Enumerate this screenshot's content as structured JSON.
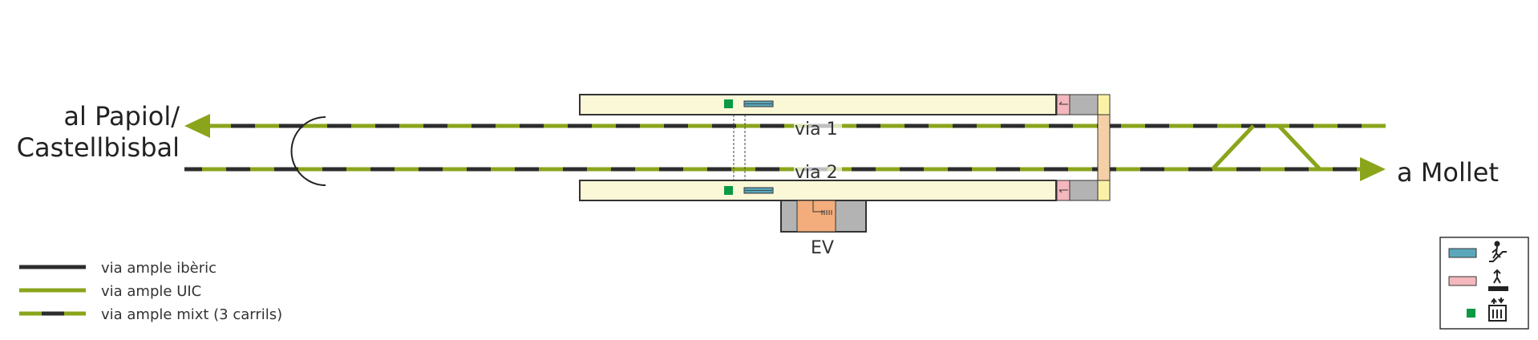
{
  "destinations": {
    "left_line1": "al Papiol/",
    "left_line2": "Castellbisbal",
    "right": "a Mollet"
  },
  "tracks": {
    "via1": "via 1",
    "via2": "via 2"
  },
  "building": {
    "label": "EV"
  },
  "legend": {
    "items": [
      {
        "label": "via ample ibèric",
        "style": "iberic"
      },
      {
        "label": "via ample UIC",
        "style": "uic"
      },
      {
        "label": "via ample mixt (3 carrils)",
        "style": "mixed"
      }
    ]
  },
  "colors": {
    "iberic": "#2d2d2d",
    "uic": "#8aa51b",
    "platform": "#fbf8d8",
    "stair_pink": "#f4b7bd",
    "stair_blue": "#5aa7bb",
    "gray_block": "#b3b3b3",
    "building_orange": "#f3ad7c",
    "elevator_green": "#0a9a44",
    "connector_peach": "#f5cfa6",
    "connector_yellow": "#fbf1a6"
  },
  "icons": {
    "escalator": "escalator-icon",
    "stairs": "stairs-icon",
    "elevator": "elevator-icon"
  }
}
